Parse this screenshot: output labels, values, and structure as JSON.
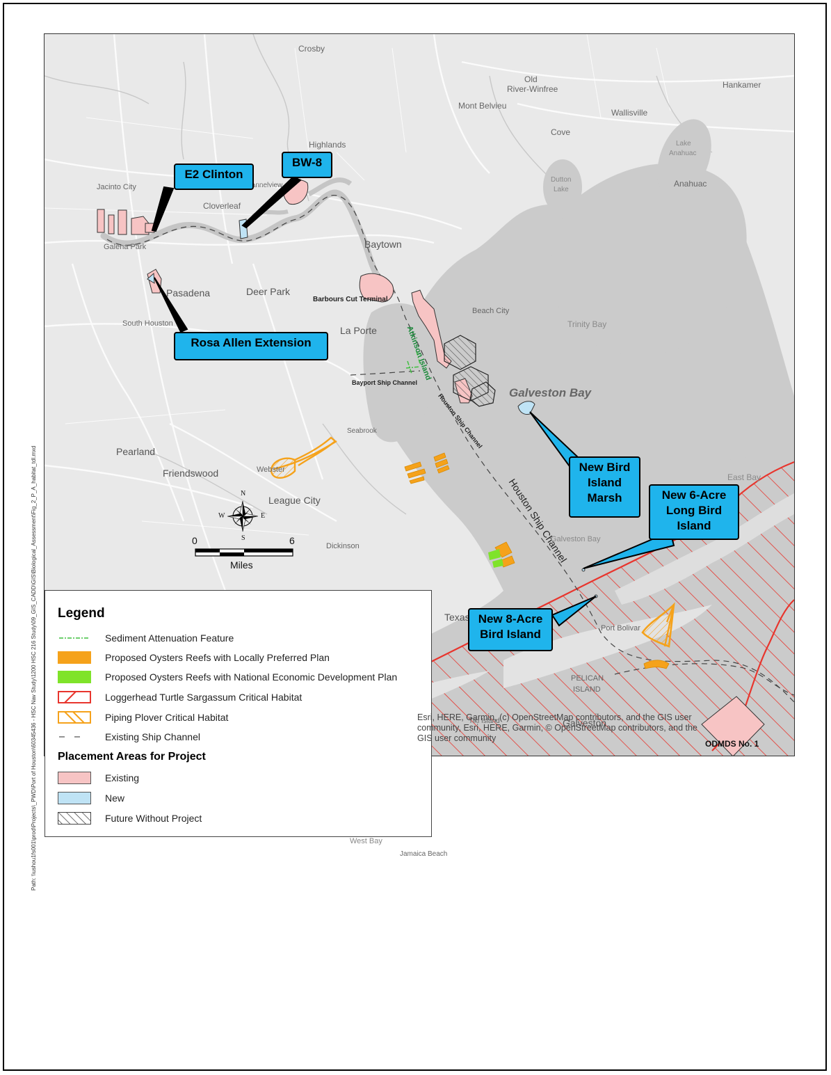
{
  "callouts": {
    "e2_clinton": "E2 Clinton",
    "bw8": "BW-8",
    "rosa_allen": "Rosa Allen Extension",
    "new_bird_marsh": [
      "New Bird",
      "Island",
      "Marsh"
    ],
    "new_6_acre": [
      "New 6-Acre",
      "Long Bird",
      "Island"
    ],
    "new_8_acre": [
      "New 8-Acre",
      "Bird Island"
    ]
  },
  "places": {
    "crosby": "Crosby",
    "old_river": "Old",
    "old_river2": "River-Winfree",
    "hankamer": "Hankamer",
    "mont_belvieu": "Mont Belvieu",
    "wallisville": "Wallisville",
    "cove": "Cove",
    "highlands": "Highlands",
    "lake_anahuac": "Lake",
    "lake_anahuac2": "Anahuac",
    "channelview": "Channelview",
    "dutton": "Dutton",
    "dutton2": "Lake",
    "anahuac": "Anahuac",
    "jacinto": "Jacinto City",
    "cloverleaf": "Cloverleaf",
    "galena": "Galena Park",
    "baytown": "Baytown",
    "pasadena": "Pasadena",
    "deer_park": "Deer Park",
    "barbours": "Barbours Cut Terminal",
    "atkinson": "Atkinson Island",
    "south_houston": "South Houston",
    "la_porte": "La Porte",
    "beach_city": "Beach City",
    "trinity_bay": "Trinity Bay",
    "bayport": "Bayport Ship Channel",
    "galveston_bay": "Galveston Bay",
    "hsc_small": "Houston Ship Channel",
    "seabrook": "Seabrook",
    "pearland": "Pearland",
    "webster": "Webster",
    "friendswood": "Friendswood",
    "league_city": "League City",
    "east_bay": "East Bay",
    "hsc_big": "Houston Ship Channel",
    "dickinson": "Dickinson",
    "galveston_bay2": "Galveston Bay",
    "texas_city": "Texas City",
    "port_bolivar": "Port Bolivar",
    "pelican": "PELICAN",
    "pelican2": "ISLAND",
    "tiki": "Tiki Island",
    "galveston": "Galveston",
    "west_bay": "West Bay",
    "jamaica": "Jamaica Beach",
    "odmds": "ODMDS No. 1"
  },
  "scale": {
    "zero": "0",
    "six": "6",
    "unit": "Miles"
  },
  "compass": {
    "n": "N",
    "s": "S",
    "e": "E",
    "w": "W"
  },
  "legend": {
    "title": "Legend",
    "items": [
      "Sediment Attenuation Feature",
      "Proposed Oysters Reefs with Locally Preferred Plan",
      "Proposed Oysters Reefs with National Economic Development Plan",
      "Loggerhead Turtle Sargassum Critical Habitat",
      "Piping Plover Critical Habitat",
      "Existing Ship Channel"
    ],
    "placement_title": "Placement Areas for Project",
    "placement_items": [
      "Existing",
      "New",
      "Future Without Project"
    ]
  },
  "credit": [
    "Esri, HERE, Garmin, (c) OpenStreetMap contributors, and the GIS user",
    "community, Esri, HERE, Garmin, © OpenStreetMap contributors, and the",
    "GIS user community"
  ],
  "path_text": "Path: \\\\ushou1fs001\\prod\\Projects\\_PWD\\Port of Houston\\60345436 - HSC Nav Study\\1200 HSC 216 Study\\09_GIS_CADD\\GIS\\Biological_Assessment\\Fig_2_P_A_habitat_tdl.mxd",
  "colors": {
    "water": "#cbcbcb",
    "land": "#e9e9e9",
    "existing": "#f7c4c4",
    "new": "#bfe3f5",
    "callout": "#1fb4ec",
    "oyster_lpp": "#f5a21b",
    "oyster_ned": "#7fe32a",
    "turtle": "#e8352d",
    "plover": "#f5a21b"
  }
}
